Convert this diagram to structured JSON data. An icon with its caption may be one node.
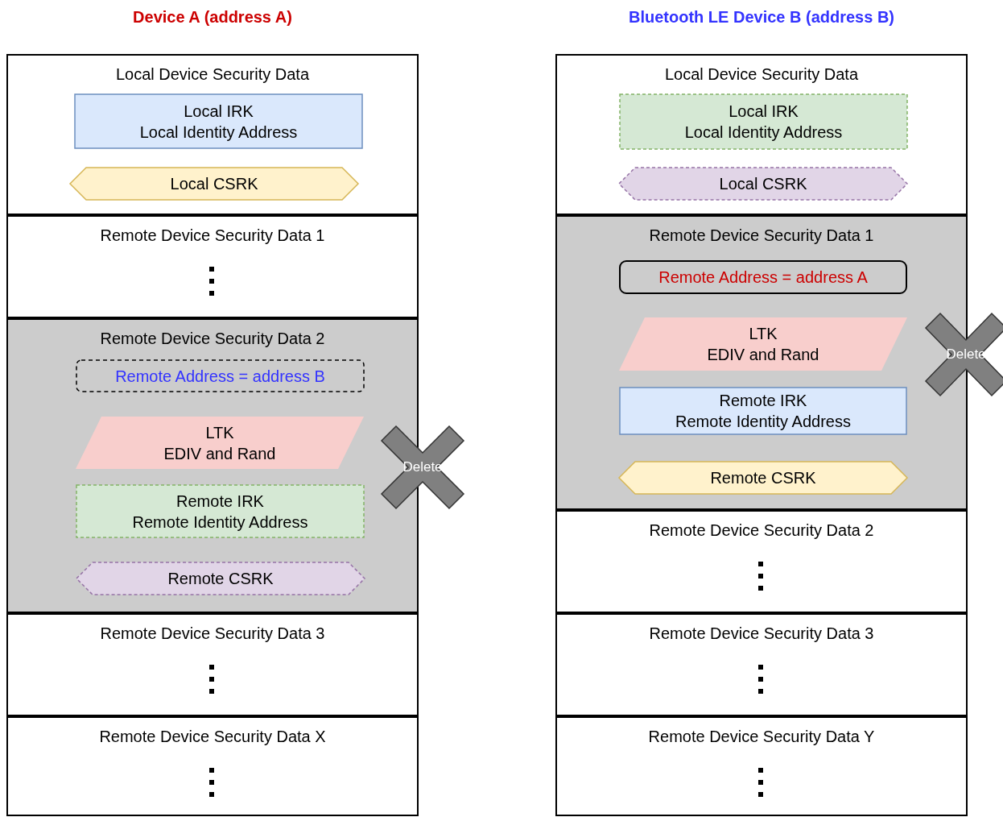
{
  "diagram": {
    "nodes": [
      {
        "text": [
          "Device A (address A)"
        ]
      },
      {
        "text": [
          "Local Device Security Data"
        ],
        "in": 0
      },
      {
        "text": [
          "Local IRK",
          "Local Identity Address"
        ],
        "in": 1
      },
      {
        "text": [
          "Local CSRK"
        ],
        "in": 1
      },
      {
        "text": [
          "Remote Device Security Data 1"
        ],
        "in": 0
      },
      {
        "text": [
          "Remote Device Security Data 2"
        ],
        "in": 0
      },
      {
        "text": [
          "Remote Address = address B"
        ],
        "in": 5
      },
      {
        "text": [
          "LTK",
          "EDIV and Rand"
        ],
        "in": 5
      },
      {
        "text": [
          "Remote IRK",
          "Remote Identity Address"
        ],
        "in": 5
      },
      {
        "text": [
          "Remote CSRK"
        ],
        "in": 5
      },
      {
        "text": [
          "Delete"
        ]
      },
      {
        "text": [
          "Remote Device Security Data 3"
        ],
        "in": 0
      },
      {
        "text": [
          "Remote Device Security Data X"
        ],
        "in": 0
      },
      {
        "text": [
          "Bluetooth LE Device B (address B)"
        ]
      },
      {
        "text": [
          "Local Device Security Data"
        ],
        "in": 13
      },
      {
        "text": [
          "Local IRK",
          "Local Identity Address"
        ],
        "in": 14
      },
      {
        "text": [
          "Local CSRK"
        ],
        "in": 14
      },
      {
        "text": [
          "Remote Device Security Data 1"
        ],
        "in": 13
      },
      {
        "text": [
          "Remote Address = address A"
        ],
        "in": 17
      },
      {
        "text": [
          "LTK",
          "EDIV and Rand"
        ],
        "in": 17
      },
      {
        "text": [
          "Remote IRK",
          "Remote Identity Address"
        ],
        "in": 17
      },
      {
        "text": [
          "Remote CSRK"
        ],
        "in": 17
      },
      {
        "text": [
          "Delete"
        ]
      },
      {
        "text": [
          "Remote Device Security Data 2"
        ],
        "in": 13
      },
      {
        "text": [
          "Remote Device Security Data 3"
        ],
        "in": 13
      },
      {
        "text": [
          "Remote Device Security Data Y"
        ],
        "in": 13
      }
    ]
  }
}
